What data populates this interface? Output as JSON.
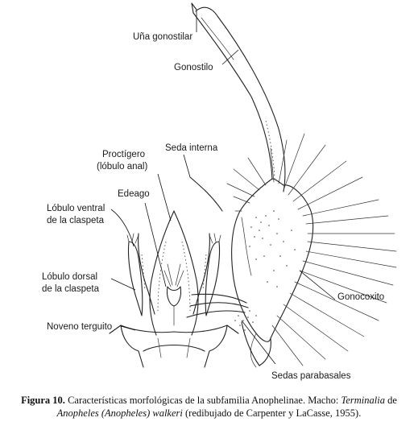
{
  "labels": {
    "una_gonostilar": "Uña gonostilar",
    "gonostilo": "Gonostilo",
    "proctigero_line1": "Proctígero",
    "proctigero_line2": "(lóbulo anal)",
    "seda_interna": "Seda interna",
    "edeago": "Edeago",
    "lobulo_ventral_line1": "Lóbulo ventral",
    "lobulo_ventral_line2": "de la claspeta",
    "lobulo_dorsal_line1": "Lóbulo dorsal",
    "lobulo_dorsal_line2": "de la claspeta",
    "gonocoxito": "Gonocoxito",
    "noveno_terguito": "Noveno terguito",
    "sedas_parabasales": "Sedas parabasales"
  },
  "caption": {
    "figure_number": "Figura 10.",
    "text_1": " Características morfológicas de la subfamilia Anophelinae. Macho: ",
    "italic_1": "Terminalia",
    "text_2": " de ",
    "italic_2": "Anopheles (Anopheles) walkeri",
    "text_3": " (redibujado de Carpenter y LaCasse, 1955)."
  }
}
